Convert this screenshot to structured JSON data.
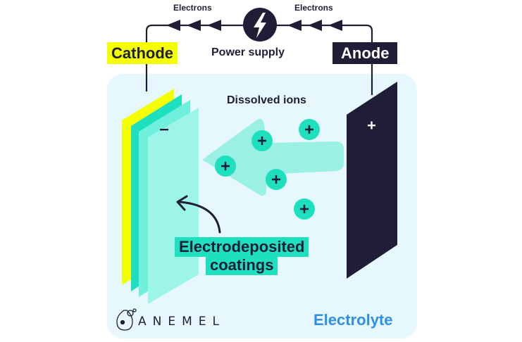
{
  "diagram": {
    "title": "Electrodeposition process",
    "circuit": {
      "electrons_left_label": "Electrons",
      "electrons_right_label": "Electrons",
      "power_supply_label": "Power supply",
      "power_icon": "lightning-bolt-icon"
    },
    "electrodes": {
      "cathode": {
        "label": "Cathode",
        "charge": "−",
        "color": "#f4ff00"
      },
      "anode": {
        "label": "Anode",
        "charge": "+",
        "color": "#1f1e36"
      }
    },
    "ions": {
      "label": "Dissolved ions",
      "ion_symbol": "+",
      "count": 5,
      "direction": "toward cathode"
    },
    "coatings": {
      "line1": "Electrodeposited",
      "line2": "coatings"
    },
    "electrolyte_label": "Electrolyte",
    "brand": {
      "name": "ANEMEL",
      "logo": "anemel-logo-icon"
    },
    "colors": {
      "dark": "#1f1e36",
      "cathode_yellow": "#f4ff00",
      "teal": "#1fe0be",
      "mint": "#6ff0dc",
      "light_mint": "#9cf5e7",
      "panel_bg": "#e6f8fd",
      "electrolyte_blue": "#2e8fe6"
    }
  }
}
